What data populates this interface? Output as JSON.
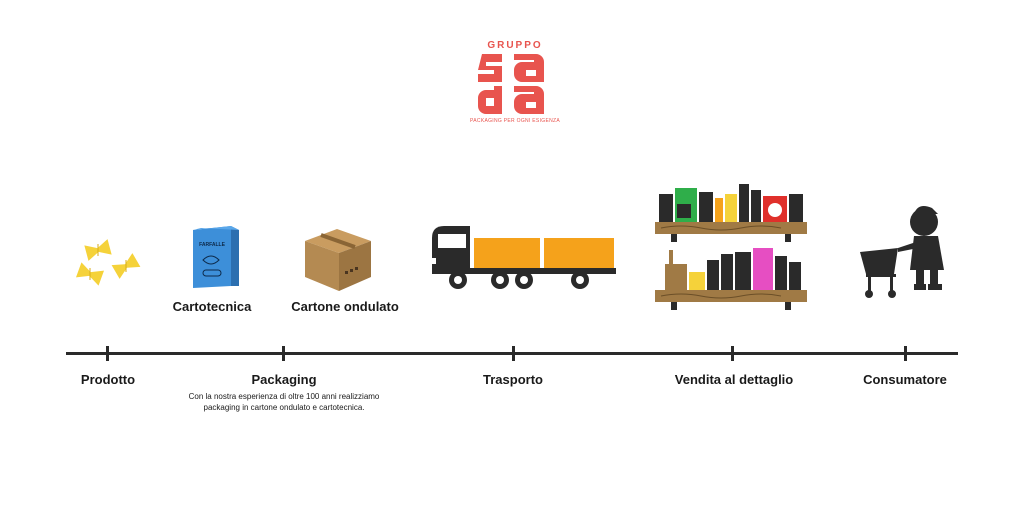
{
  "logo": {
    "top_text": "GRUPPO",
    "tagline": "PACKAGING PER OGNI ESIGENZA",
    "brand_mark": "sada",
    "color": "#e8544e"
  },
  "top_labels": {
    "cartotecnica": "Cartotecnica",
    "cartone": "Cartone ondulato"
  },
  "stages": [
    {
      "label": "Prodotto"
    },
    {
      "label": "Packaging"
    },
    {
      "label": "Trasporto"
    },
    {
      "label": "Vendita al dettaglio"
    },
    {
      "label": "Consumatore"
    }
  ],
  "packaging_description": "Con la nostra esperienza di oltre 100 anni realizziamo packaging in cartone ondulato e cartotecnica.",
  "box_brand_text": "FARFALLE",
  "icons": [
    "pasta-icon",
    "cereal-box-icon",
    "cardboard-box-icon",
    "truck-icon",
    "store-shelves-icon",
    "child-shopping-cart-icon"
  ],
  "colors": {
    "pasta": "#f5d23a",
    "carton_blue": "#3d8fd9",
    "cardboard": "#b48a52",
    "truck_cargo": "#f5a21b",
    "wood": "#a07a45",
    "dark": "#2a2a2a"
  }
}
